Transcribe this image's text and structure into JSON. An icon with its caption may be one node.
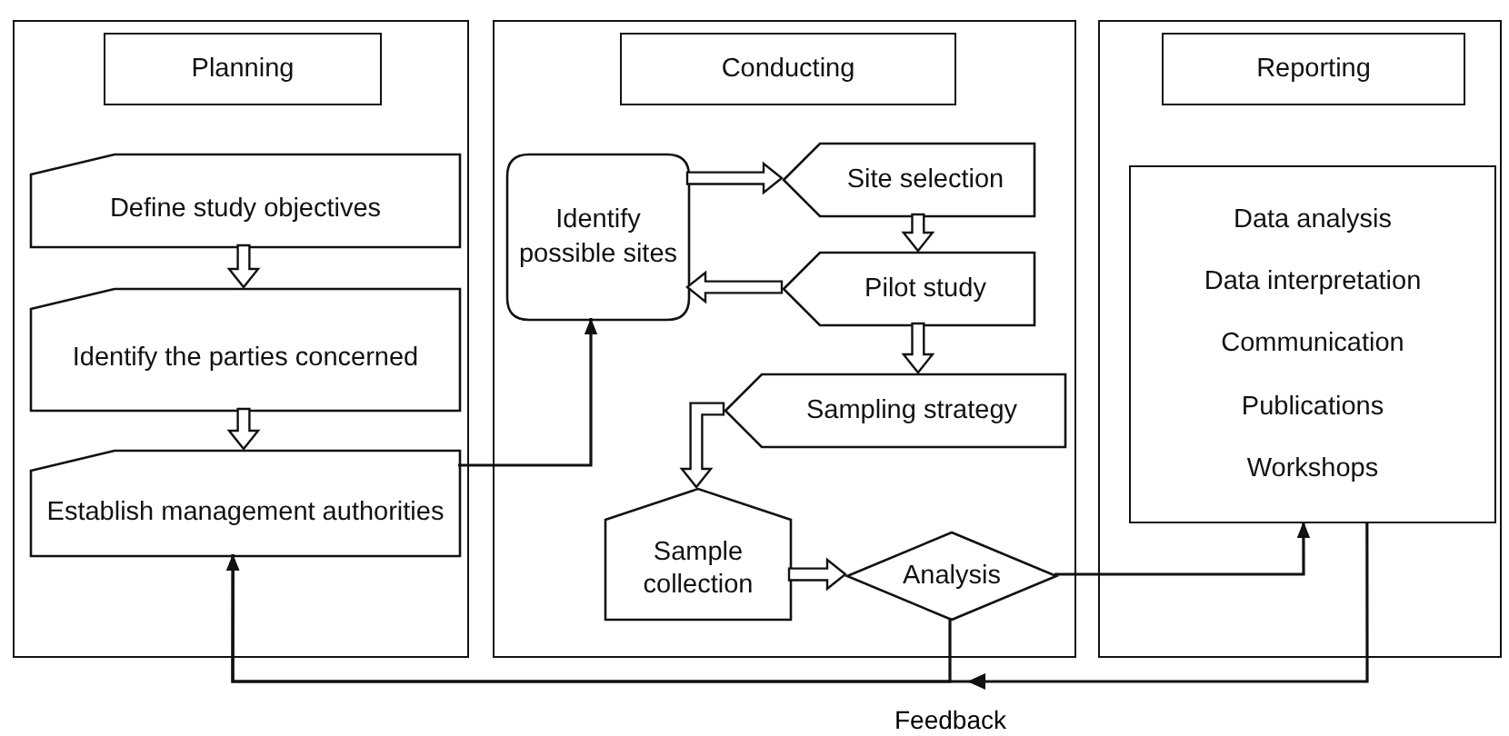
{
  "diagram": {
    "nodes": [
      {
        "text": [],
        "shape": "box"
      },
      {
        "text": [
          "Planning"
        ],
        "in": 0
      },
      {
        "text": [
          "Define study objectives"
        ],
        "in": 0
      },
      {
        "text": [
          "Identify the parties concerned"
        ],
        "in": 0
      },
      {
        "text": [
          "Establish management authorities"
        ],
        "in": 0
      },
      {
        "text": [],
        "shape": "box"
      },
      {
        "text": [
          "Conducting"
        ],
        "in": 5
      },
      {
        "text": [
          "Identify possible sites"
        ],
        "in": 5
      },
      {
        "text": [
          "Site selection"
        ],
        "in": 5
      },
      {
        "text": [
          "Pilot study"
        ],
        "in": 5
      },
      {
        "text": [
          "Sampling strategy"
        ],
        "in": 5
      },
      {
        "text": [
          "Sample collection"
        ],
        "in": 5
      },
      {
        "text": [
          "Analysis"
        ],
        "in": 5
      },
      {
        "text": [],
        "shape": "box"
      },
      {
        "text": [
          "Reporting"
        ],
        "in": 13
      },
      {
        "text": [
          "Data analysis",
          "Data interpretation",
          "Communication",
          "Publications",
          "Workshops"
        ],
        "in": 13
      }
    ],
    "edges": [
      {
        "from": 2,
        "to": 3,
        "arrow": "to",
        "style": "thick"
      },
      {
        "from": 3,
        "to": 4,
        "arrow": "to",
        "style": "thick"
      },
      {
        "from": 4,
        "to": 7,
        "arrow": "to"
      },
      {
        "from": 7,
        "to": 8,
        "arrow": "to",
        "style": "thick"
      },
      {
        "from": 8,
        "to": 9,
        "arrow": "to",
        "style": "thick"
      },
      {
        "from": 9,
        "to": 7,
        "arrow": "to",
        "style": "thick"
      },
      {
        "from": 9,
        "to": 10,
        "arrow": "to",
        "style": "thick"
      },
      {
        "from": 10,
        "to": 11,
        "arrow": "to",
        "style": "thick"
      },
      {
        "from": 11,
        "to": 12,
        "arrow": "to",
        "style": "thick"
      },
      {
        "from": 12,
        "to": 15,
        "arrow": "to"
      },
      {
        "from": 12,
        "to": 4,
        "arrow": "to"
      },
      {
        "from": 15,
        "to": 4,
        "arrow": "to"
      }
    ],
    "labels": [
      "Feedback"
    ]
  }
}
